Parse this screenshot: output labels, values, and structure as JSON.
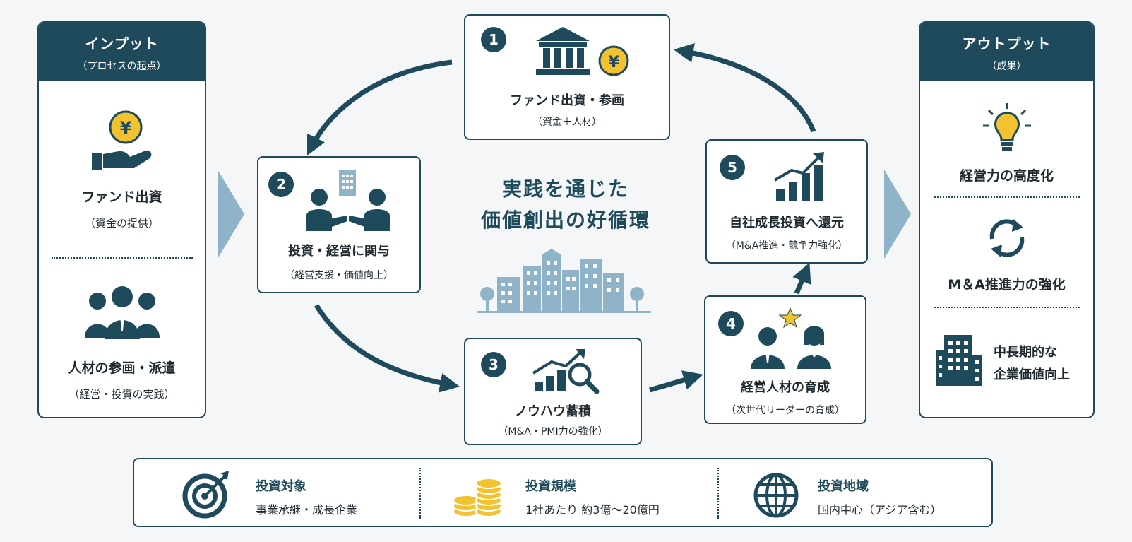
{
  "input_panel": {
    "title": "インプット",
    "subtitle": "（プロセスの起点）",
    "items": [
      {
        "icon": "yen-hand-icon",
        "label": "ファンド出資",
        "sub": "（資金の提供）"
      },
      {
        "icon": "people-group-icon",
        "label": "人材の参画・派遣",
        "sub": "（経営・投資の実践）"
      }
    ]
  },
  "output_panel": {
    "title": "アウトプット",
    "subtitle": "（成果）",
    "items": [
      {
        "icon": "lightbulb-icon",
        "label": "経営力の高度化"
      },
      {
        "icon": "cycle-arrows-icon",
        "label": "M＆A推進力の強化"
      },
      {
        "icon": "office-building-icon",
        "label_line1": "中長期的な",
        "label_line2": "企業価値向上"
      }
    ]
  },
  "center": {
    "title_line1": "実践を通じた",
    "title_line2": "価値創出の好循環"
  },
  "steps": [
    {
      "num": "1",
      "icon": "bank-yen-icon",
      "title": "ファンド出資・参画",
      "sub": "（資金＋人材）"
    },
    {
      "num": "2",
      "icon": "handshake-building-icon",
      "title": "投資・経営に関与",
      "sub": "（経営支援・価値向上）"
    },
    {
      "num": "3",
      "icon": "chart-magnifier-icon",
      "title": "ノウハウ蓄積",
      "sub": "（M&A・PMI力の強化）"
    },
    {
      "num": "4",
      "icon": "leaders-star-icon",
      "title": "経営人材の育成",
      "sub": "（次世代リーダーの育成）"
    },
    {
      "num": "5",
      "icon": "growth-bars-icon",
      "title": "自社成長投資へ還元",
      "sub": "（M&A推進・競争力強化）"
    }
  ],
  "bottom": [
    {
      "icon": "target-icon",
      "title": "投資対象",
      "value": "事業承継・成長企業"
    },
    {
      "icon": "coins-icon",
      "title": "投資規模",
      "value": "1社あたり 約3億～20億円"
    },
    {
      "icon": "globe-icon",
      "title": "投資地域",
      "value": "国内中心（アジア含む）"
    }
  ],
  "colors": {
    "primary": "#1e4a5c",
    "accent_yellow": "#f2c230",
    "light_blue": "#8fb3c8",
    "background": "#f4f6f7"
  }
}
